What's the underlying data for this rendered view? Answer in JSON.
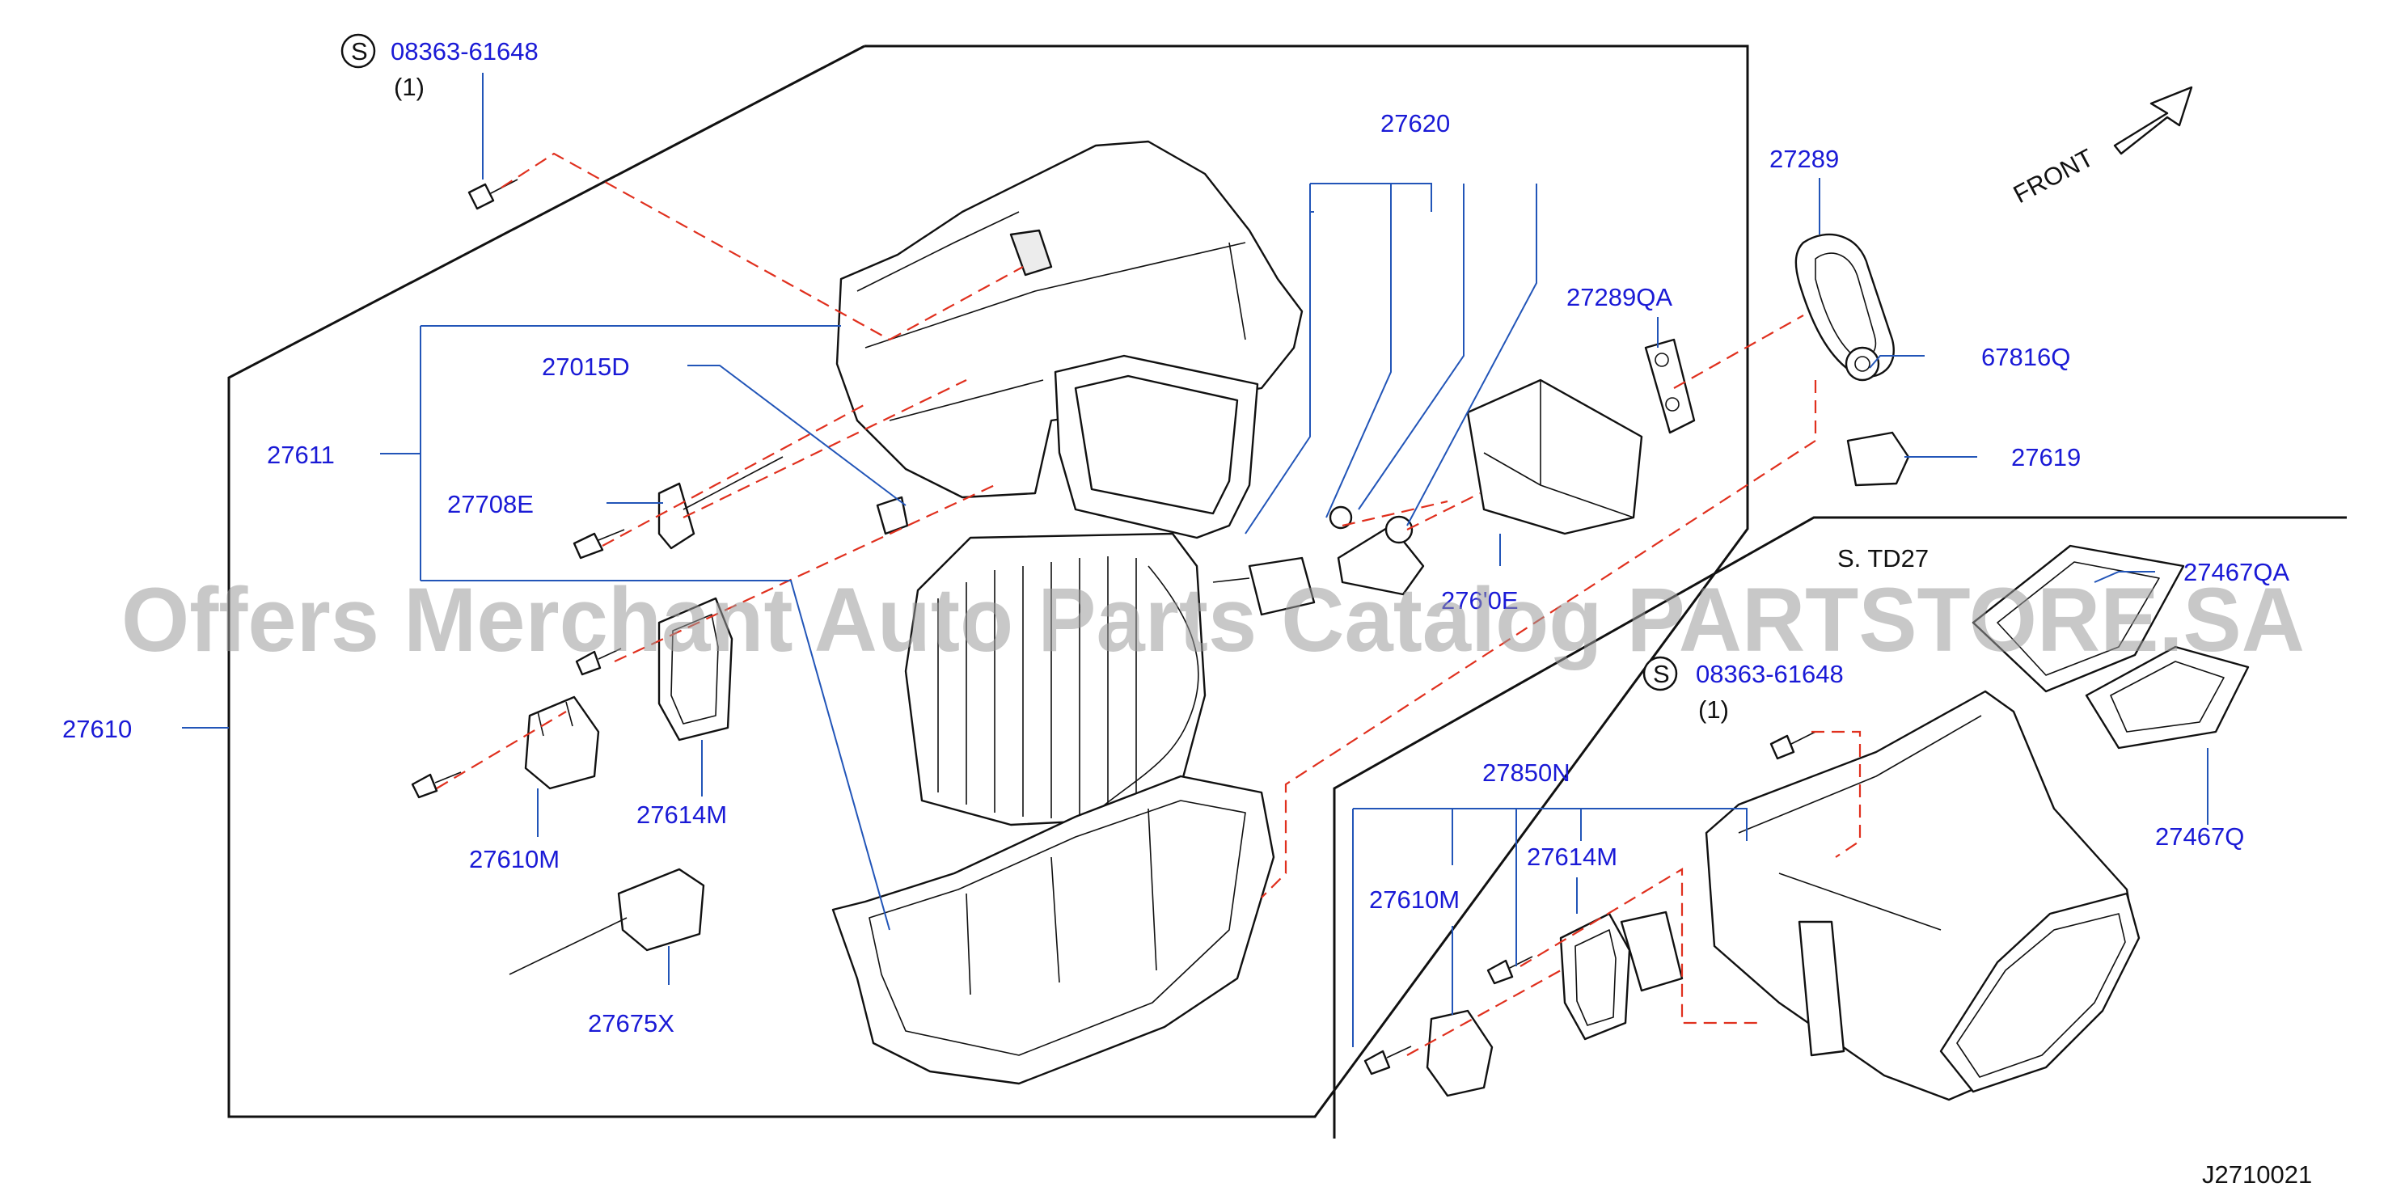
{
  "labels": {
    "bolt_main_number": "08363-61648",
    "bolt_main_qty": "(1)",
    "s_symbol": "S",
    "p27620": "27620",
    "p27289": "27289",
    "front": "FRONT",
    "p27289qa": "27289QA",
    "p67816q": "67816Q",
    "p27619": "27619",
    "p27015d": "27015D",
    "p27611": "27611",
    "p27708e": "27708E",
    "p27610": "27610",
    "p27614m_left": "27614M",
    "p27610m_left": "27610M",
    "p27675x": "27675X",
    "p27620e_partial": "276'0E",
    "spec_td27": "S.  TD27",
    "p27467qa": "27467QA",
    "bolt_sub_number": "08363-61648",
    "bolt_sub_qty": "(1)",
    "p27467q": "27467Q",
    "p27850n": "27850N",
    "p27614m_right": "27614M",
    "p27610m_right": "27610M",
    "diagram_code": "J2710021"
  },
  "watermark": "Offers Merchant Auto Parts Catalog PARTSTORE.SA",
  "colors": {
    "part_number": "#1a1ad6",
    "leader_line": "#2255b8",
    "dashed_guide": "#e0301e",
    "frame": "#111111",
    "watermark": "#9a9a9a"
  }
}
